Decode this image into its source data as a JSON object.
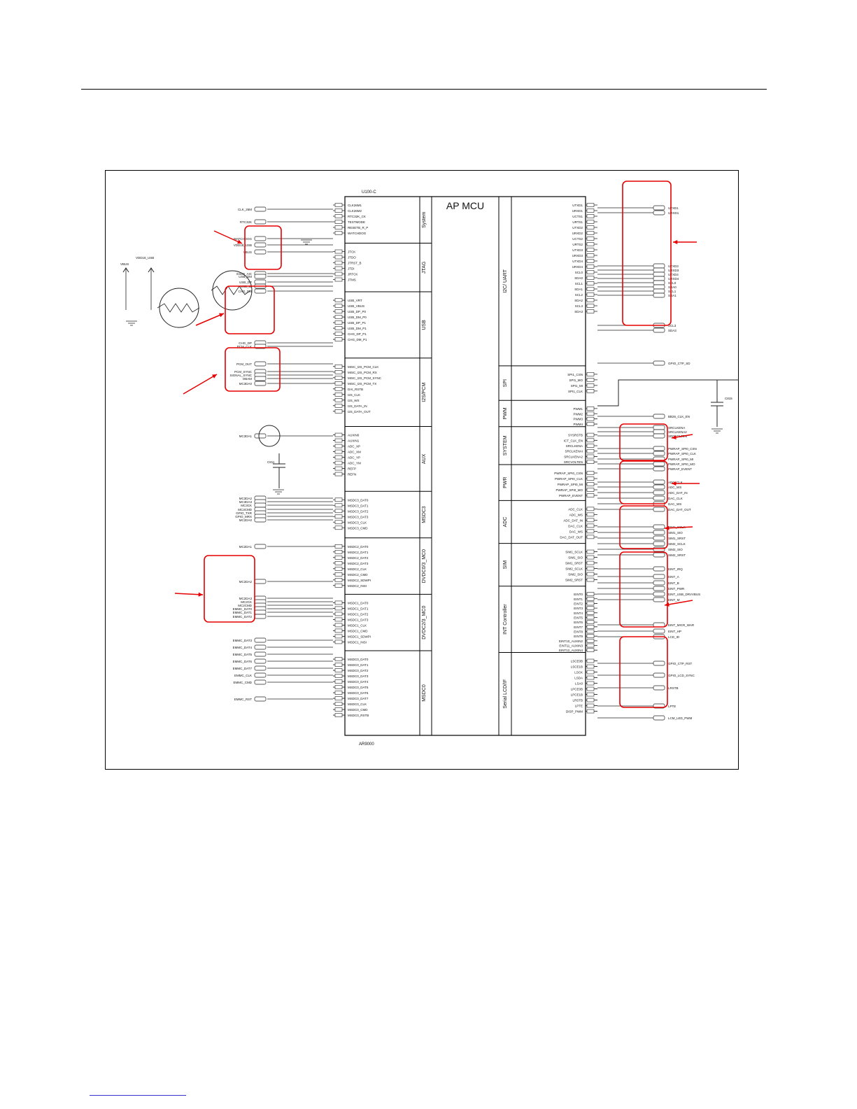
{
  "schematic": {
    "chip_title": "AP MCU",
    "chip_ref": "U100-C",
    "chip_part": "AR9000",
    "left_blocks": [
      "System",
      "JTAG",
      "USB",
      "I2S/PCM",
      "AUX",
      "MSDC3",
      "DVDC0/3_MC0",
      "DVDC2/3_MC0",
      "MSDC0"
    ],
    "right_blocks": [
      "I2C/ UART",
      "SPI",
      "PWM",
      "SYSTEM",
      "PWR",
      "ADC",
      "SIM",
      "INT Controller",
      "Serial LCD/IF"
    ],
    "left_nets": [
      {
        "group": "System",
        "pins": [
          "CLK26M1",
          "CLK26M2",
          "RTC32K_CK",
          "TESTMODE",
          "RESETB_R_P",
          "WATCHDOG"
        ]
      },
      {
        "group": "JTAG",
        "pins": [
          "JTCK",
          "JTDO",
          "JTRST_B",
          "JTDI",
          "JRTCK",
          "JTMS"
        ]
      },
      {
        "group": "USB",
        "pins": [
          "USB_VRT",
          "USB_VBUS",
          "USB_DP_P0",
          "USB_DM_P0",
          "USB_DP_P1",
          "USB_DM_P1",
          "CHG_DP_P1",
          "CHG_DM_P1"
        ]
      },
      {
        "group": "I2S/PCM",
        "pins": [
          "MISC_I2S_PCM_CLK",
          "MISC_I2S_PCM_RX",
          "MISC_I2S_PCM_SYNC",
          "MISC_I2S_PCM_TX",
          "DAI_RSTB",
          "I2S_CLK",
          "I2S_WS",
          "I2S_DATA_IN",
          "I2S_DATA_OUT"
        ]
      },
      {
        "group": "AUX",
        "pins": [
          "AUXIN0",
          "AUXIN1",
          "ADC_XP",
          "ADC_XM",
          "ADC_YP",
          "ADC_YM",
          "REFP",
          "REFN"
        ]
      },
      {
        "group": "MSDC3",
        "pins": [
          "MSDC3_DAT0",
          "MSDC3_DAT1",
          "MSDC3_DAT2",
          "MSDC3_DAT3",
          "MSDC3_CLK",
          "MSDC3_CMD"
        ]
      },
      {
        "group": "DVDC0/3_MC0",
        "pins": [
          "MSDC2_DAT0",
          "MSDC2_DAT1",
          "MSDC2_DAT2",
          "MSDC2_DAT3",
          "MSDC2_CLK",
          "MSDC2_CMD",
          "MSDC2_SDWPI",
          "MSDC2_INSI"
        ]
      },
      {
        "group": "DVDC2/3_MC0",
        "pins": [
          "MSDC1_DAT0",
          "MSDC1_DAT1",
          "MSDC1_DAT2",
          "MSDC1_DAT3",
          "MSDC1_CLK",
          "MSDC1_CMD",
          "MSDC1_SDWPI",
          "MSDC1_INSI"
        ]
      },
      {
        "group": "MSDC0",
        "pins": [
          "MSDC0_DAT0",
          "MSDC0_DAT1",
          "MSDC0_DAT2",
          "MSDC0_DAT3",
          "MSDC0_DAT4",
          "MSDC0_DAT5",
          "MSDC0_DAT6",
          "MSDC0_DAT7",
          "MSDC0_CLK",
          "MSDC0_CMD",
          "MSDC0_RSTB"
        ]
      }
    ],
    "right_nets": [
      {
        "group": "I2C/ UART",
        "pins": [
          "UTXD1",
          "URXD1",
          "UCTS1",
          "URTS1",
          "UTXD2",
          "URXD2",
          "UCTS2",
          "URTS2",
          "UTXD3",
          "URXD3",
          "UTXD4",
          "URXD4",
          "SCL0",
          "SDA0",
          "SCL1",
          "SDA1",
          "SCL2",
          "SDA2",
          "SCL3",
          "SDA3"
        ]
      },
      {
        "group": "SPI",
        "pins": [
          "SPI1_CSN",
          "SPI1_MO",
          "SPI1_MI",
          "SPI1_CLK"
        ]
      },
      {
        "group": "PWM",
        "pins": [
          "PWM1",
          "PWM2",
          "PWM3",
          "PWM4"
        ]
      },
      {
        "group": "SYSTEM",
        "pins": [
          "SYSRSTB",
          "ICT_CLK_EN",
          "SRCLKENA",
          "SRCLKENAI",
          "SRCLKENA2",
          "SRCVOLTEN"
        ]
      },
      {
        "group": "PWR",
        "pins": [
          "PWRAP_SPI0_CSN",
          "PWRAP_SPI0_CLK",
          "PWRAP_SPI0_MI",
          "PWRAP_SPI0_MO",
          "PWRAP_EVENT"
        ]
      },
      {
        "group": "ADC",
        "pins": [
          "ADC_CLK",
          "ADC_WS",
          "ADC_DAT_IN",
          "DAC_CLK",
          "DAC_WS",
          "DAC_DAT_OUT"
        ]
      },
      {
        "group": "SIM",
        "pins": [
          "SIM1_SCLK",
          "SIM1_SIO",
          "SIM1_SRST",
          "SIM2_SCLK",
          "SIM2_SIO",
          "SIM2_SRST"
        ]
      },
      {
        "group": "INT Controller",
        "pins": [
          "EINT0",
          "EINT1",
          "EINT2",
          "EINT3",
          "EINT4",
          "EINT5",
          "EINT6",
          "EINT7",
          "EINT8",
          "EINT9",
          "EINT10_AUXIN2",
          "EINT11_AUXIN3",
          "EINT12_AUXIN4"
        ]
      },
      {
        "group": "Serial LCD/IF",
        "pins": [
          "LSCE0B",
          "LSCE1B",
          "LSCK",
          "LSDA",
          "LSA0",
          "LPCE0B",
          "LPCE1B",
          "LRSTB",
          "LPTE",
          "DISP_PWM"
        ]
      }
    ],
    "left_ext_labels": [
      "CLK_26M",
      "RTC32K",
      "WATCHDOG",
      "VDD18_USB",
      "VBUS",
      "ESD5_AIC",
      "USB_DM",
      "USB_DP",
      "USB_ID",
      "CHG_DM",
      "CHG_DP",
      "PCM_CLK",
      "PCM_OUT",
      "PCM_SYNC",
      "SIGNAL_SYNC",
      "OBAM",
      "MC3DA0",
      "MC3DA1",
      "MC3DA2",
      "MC3DA3",
      "MC3CK",
      "MC3CMD",
      "GPIO_TXR",
      "GPIO_MRX",
      "MC2DA0",
      "MC2DA1",
      "MC2DA2",
      "MC2DA3",
      "MC2CK",
      "MC2CMD",
      "EMMC_DAT0",
      "EMMC_DAT1",
      "EMMC_DAT2",
      "EMMC_DAT3",
      "EMMC_DAT4",
      "EMMC_DAT5",
      "EMMC_DAT6",
      "EMMC_DAT7",
      "EMMC_CLK",
      "EMMC_CMD",
      "EMMC_RST"
    ],
    "right_ext_labels": [
      "UTXD1",
      "URXD1",
      "UTXD3",
      "URXD3",
      "UTXD4",
      "URXD4",
      "SCL0",
      "SDA0",
      "SCL1",
      "SDA1",
      "SCL3",
      "SDA3",
      "GPIO_CTP_SD",
      "BB26_CLK_EN",
      "SRCLKENA",
      "SRCLKENA2",
      "SRCVOLTEN",
      "PWRAP_SPI0_CSN",
      "PWRAP_SPI0_CLK",
      "PWRAP_SPI0_MI",
      "PWRAP_SPI0_MO",
      "PWRAP_EVENT",
      "ADC_CLK",
      "ADC_WS",
      "ADC_DAT_IN",
      "DAC_CLK",
      "DAC_WS",
      "DAC_DAT_OUT",
      "SIM1_SCLK",
      "SIM1_SIO",
      "SIM1_SRST",
      "SIM2_SCLK",
      "SIM2_SIO",
      "SIM2_SRST",
      "EINT_IRQ",
      "EINT_A",
      "EINT_B",
      "EINT_PWR",
      "EINT_USB_DRVVBUS",
      "EINT_M",
      "EINT_MICR_WAR",
      "EINT_HP",
      "LCD_ID",
      "GPIO_CTP_RST",
      "GPIO_LCD_SYNC",
      "LRSTB",
      "LPTE",
      "LCM_LED_PWM"
    ],
    "caps": [
      "C811",
      "C815"
    ],
    "highlight_color": "#e60000"
  }
}
